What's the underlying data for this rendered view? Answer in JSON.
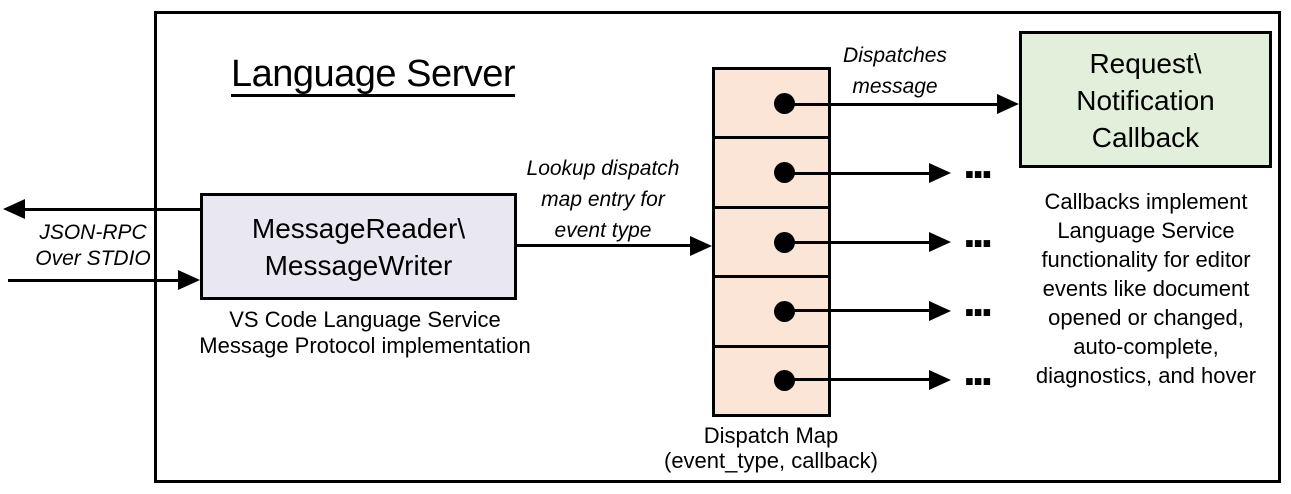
{
  "title": "Language Server",
  "left_channel": {
    "label": "JSON-RPC\nOver STDIO"
  },
  "message_box": {
    "text": "MessageReader\\\nMessageWriter",
    "caption": "VS Code Language Service\nMessage Protocol implementation"
  },
  "lookup_label": {
    "text": "Lookup dispatch\nmap entry for\nevent type"
  },
  "dispatch_map": {
    "rows": 5,
    "caption": "Dispatch Map\n(event_type, callback)"
  },
  "dispatches_label": {
    "text": "Dispatches\nmessage"
  },
  "callback_box": {
    "text": "Request\\\nNotification\nCallback"
  },
  "callbacks_note": {
    "text": "Callbacks implement\nLanguage Service\nfunctionality for editor\nevents like document\nopened or changed,\nauto-complete,\ndiagnostics, and hover"
  },
  "ellipsis": "...",
  "colors": {
    "stroke": "#000000",
    "message_box_fill": "#E9E8F1",
    "callback_box_fill": "#E2EFDA",
    "dispatch_cell_fill": "#FBE5D6"
  }
}
